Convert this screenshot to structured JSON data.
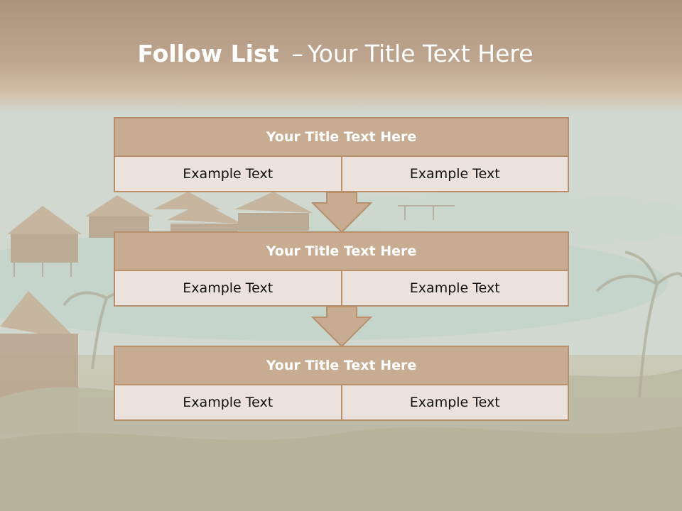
{
  "slide": {
    "title_bold": "Follow List",
    "title_sep": "–",
    "title_rest": "Your Title Text Here"
  },
  "blocks": [
    {
      "title": "Your Title Text Here",
      "left": "Example Text",
      "right": "Example Text"
    },
    {
      "title": "Your Title Text Here",
      "left": "Example Text",
      "right": "Example Text"
    },
    {
      "title": "Your Title Text Here",
      "left": "Example Text",
      "right": "Example Text"
    }
  ],
  "colors": {
    "header_fill": "#c8ac91",
    "border": "#b8906c",
    "cell_fill": "#ebe2dd",
    "arrow_fill": "#c8ac91"
  },
  "icons": [
    "down-arrow-icon",
    "down-arrow-icon"
  ]
}
